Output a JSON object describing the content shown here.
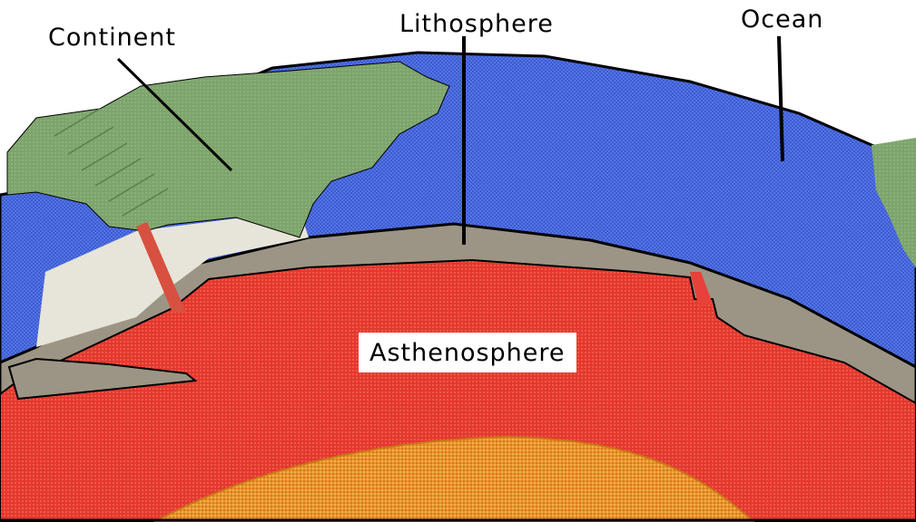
{
  "labels": {
    "continent": "Continent",
    "lithosphere": "Lithosphere",
    "ocean": "Ocean",
    "asthenosphere": "Asthenosphere"
  },
  "colors": {
    "ocean": "#3f5fd6",
    "continent": "#7fa36c",
    "lithosphere": "#9c9585",
    "sediment_wedge": "#e7e5d9",
    "asthenosphere": "#e8413a",
    "core": "#eb9a2f",
    "outline": "#000000",
    "label_box": "#ffffff"
  }
}
